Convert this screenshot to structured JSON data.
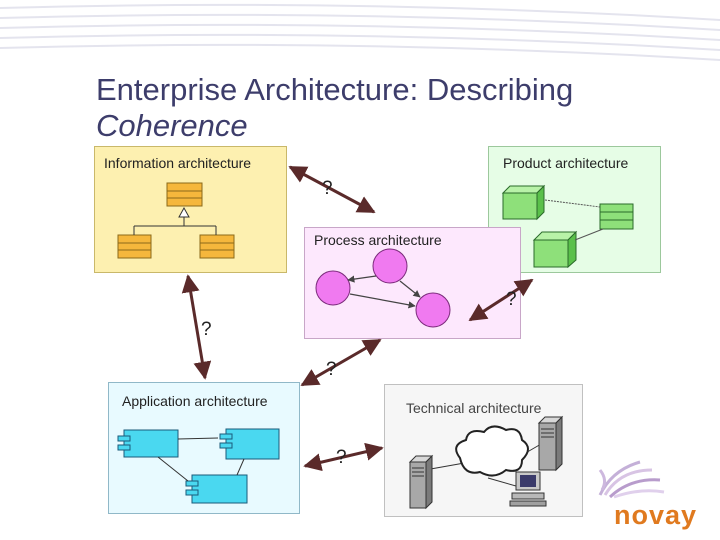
{
  "slide": {
    "title_line1": "Enterprise Architecture: Describing",
    "title_line2": "Coherence"
  },
  "boxes": {
    "information": "Information architecture",
    "product": "Product architecture",
    "process": "Process architecture",
    "application": "Application architecture",
    "technical": "Technical architecture"
  },
  "relations": {
    "info_product": "?",
    "process_product": "?",
    "info_application": "?",
    "process_application": "?",
    "application_technical": "?"
  },
  "logo": {
    "text": "novay",
    "color": "#e07a1f"
  }
}
